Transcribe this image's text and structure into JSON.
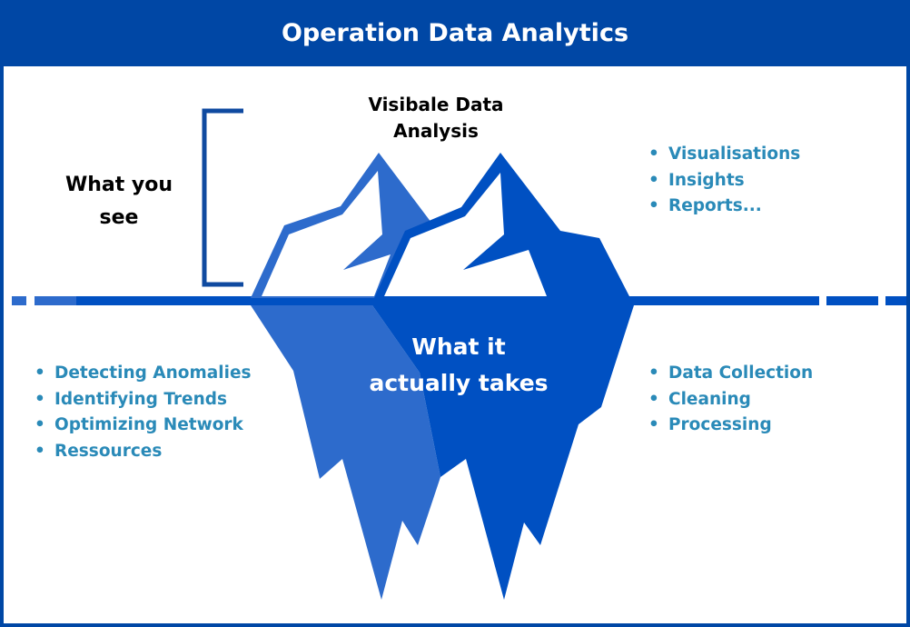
{
  "title": "Operation Data Analytics",
  "visible_label": "Visibale Data Analysis",
  "what_you_see": "What you see",
  "hidden_label": "What it actually takes",
  "top_right_list": [
    "Visualisations",
    "Insights",
    "Reports..."
  ],
  "bottom_left_list": [
    "Detecting Anomalies",
    "Identifying Trends",
    "Optimizing Network",
    "Ressources"
  ],
  "bottom_right_list": [
    "Data Collection",
    "Cleaning",
    "Processing"
  ],
  "colors": {
    "header": "#0047a5",
    "dark_ice": "#0050c2",
    "light_ice": "#2d6bcc",
    "list_text": "#2a8ab8"
  }
}
